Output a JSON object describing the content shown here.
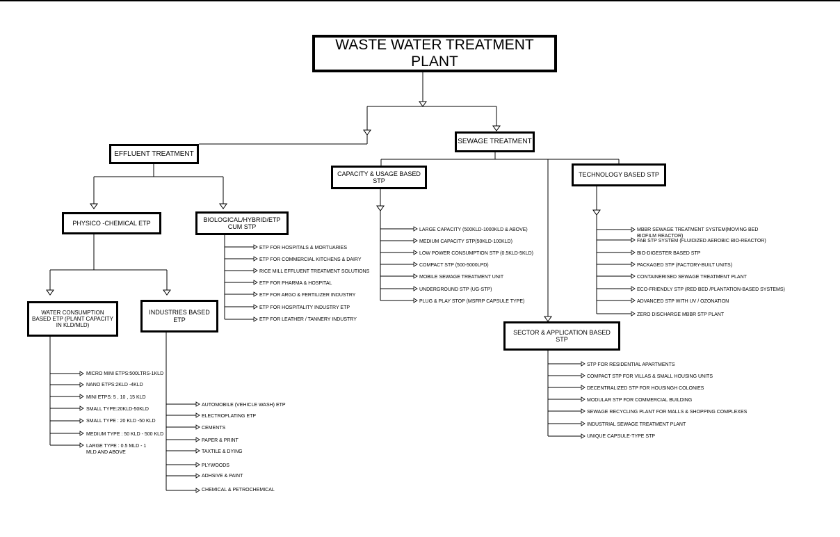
{
  "title": "WASTE WATER TREATMENT PLANT",
  "effluent": {
    "label": "EFFLUENT TREATMENT",
    "physico": {
      "label": "PHYSICO -CHEMICAL ETP",
      "water": {
        "label": "WATER CONSUMPTION BASED ETP (PLANT CAPACITY IN KLD/MLD)",
        "items": [
          "MICRO MINI ETPS:500LTRS-1KLD",
          "NANO ETPS:2KLD -4KLD",
          "MINI ETPS: 5 , 10 , 15 KLD",
          "SMALL TYPE:20KLD-50KLD",
          "SMALL TYPE : 20 KLD -50 KLD",
          "MEDIUM TYPE : 50 KLD - 500 KLD",
          "LARGE TYPE : 0.5 MLD - 1 MLD AND ABOVE"
        ]
      },
      "industries": {
        "label": "INDUSTRIES BASED ETP",
        "items": [
          "AUTOMOBILE (VEHICLE WASH) ETP",
          "ELECTROPLATING ETP",
          "CEMENTS",
          "PAPER & PRINT",
          "TAXTILE & DYING",
          "PLYWOODS",
          "ADHSIVE & PAINT",
          "CHEMICAL & PETROCHEMICAL"
        ]
      }
    },
    "biological": {
      "label": "BIOLOGICAL/HYBRID/ETP CUM STP",
      "items": [
        "ETP FOR HOSPITALS & MORTUARIES",
        "ETP FOR COMMERCIAL KITCHENS & DAIRY",
        "RICE MILL EFFLUENT TREATMENT SOLUTIONS",
        "ETP FOR PHARMA & HOSPITAL",
        "ETP FOR ARGO & FERTILIZER INDUSTRY",
        "ETP FOR HOSPITALITY INDUSTRY ETP",
        "ETP FOR LEATHER / TANNERY INDUSTRY"
      ]
    }
  },
  "sewage": {
    "label": "SEWAGE TREATMENT",
    "capacity": {
      "label": "CAPACITY & USAGE BASED STP",
      "items": [
        "LARGE CAPACITY (500KLD-1000KLD & ABOVE)",
        "MEDIUM CAPACITY STP(50KLD-100KLD)",
        "LOW POWER CONSUMPTION STP (0.5KLD-5KLD)",
        "COMPACT STP (500-5000LPD)",
        "MOBILE SEWAGE TREATMENT UNIT",
        "UNDERGROUND STP (UG-STP)",
        "PLUG & PLAY STOP (MSFRP CAPSULE TYPE)"
      ]
    },
    "technology": {
      "label": "TECHNOLOGY BASED STP",
      "items": [
        "MBBR SEWAGE TREATMENT SYSTEM(MOVING BED BIOFILM REACTOR)",
        "FAB STP SYSTEM (FLUIDIZED AEROBIC BIO-REACTOR)",
        "BIO-DIGESTER BASED STP",
        "PACKAGED STP (FACTORY-BUILT UNITS)",
        "CONTAINERISED SEWAGE TREATMENT PLANT",
        "ECO-FRIENDLY STP (RED BED /PLANTATION-BASED SYSTEMS)",
        "ADVANCED STP WITH UV / OZONATION",
        "ZERO DISCHARGE MBBR STP PLANT"
      ]
    },
    "sector": {
      "label": "SECTOR & APPLICATION BASED STP",
      "items": [
        "STP FOR RESIDENTIAL APARTMENTS",
        "COMPACT STP FOR VILLAS & SMALL HOUSING UNITS",
        "DECENTRALIZED STP FOR HOUSINGH COLONIES",
        "MODULAR STP FOR COMMERCIAL BUILDING",
        "SEWAGE RECYCLING PLANT FOR MALLS & SHOPPING COMPLEXES",
        "INDUSTRIAL SEWAGE TREATMENT PLANT",
        "UNIQUE CAPSULE-TYPE STP"
      ]
    }
  }
}
